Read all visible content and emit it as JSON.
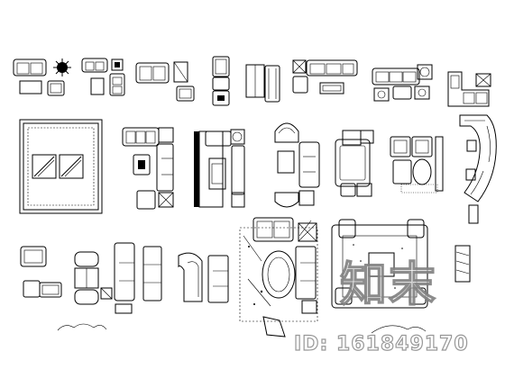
{
  "drawing": {
    "subject": "sofa-furniture-plan-blocks",
    "line_color": "#000000",
    "background": "#ffffff"
  },
  "watermark": {
    "brand_text": "知末",
    "id_text": "ID: 161849170",
    "color": "#8a8a8a"
  }
}
